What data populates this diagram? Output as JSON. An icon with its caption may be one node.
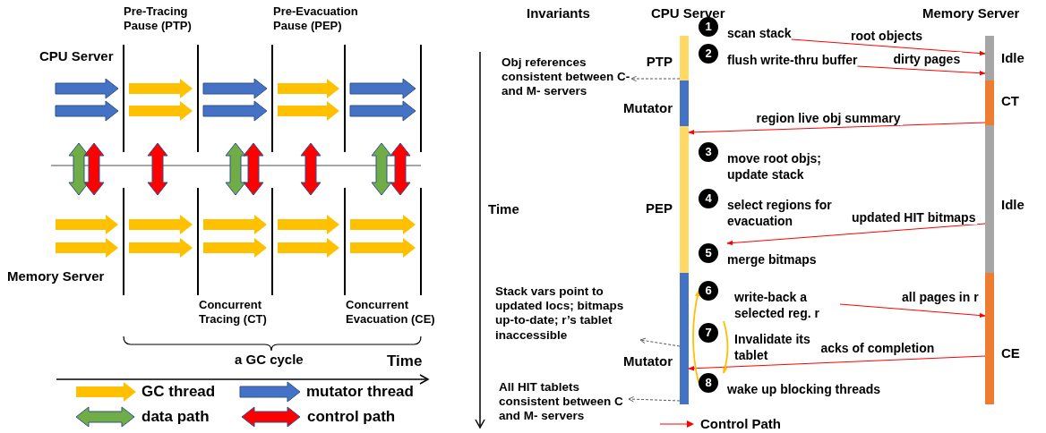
{
  "diagram": {
    "nodes": [
      {
        "text": [
          "PTP"
        ]
      },
      {
        "text": [
          "Mutator"
        ]
      },
      {
        "text": [
          "PEP"
        ]
      },
      {
        "text": [
          "Mutator"
        ]
      },
      {
        "text": [
          "Idle"
        ]
      },
      {
        "text": [
          "CT"
        ]
      },
      {
        "text": [
          "Idle"
        ]
      },
      {
        "text": [
          "CE"
        ]
      },
      {
        "text": [
          "1",
          "scan stack"
        ]
      },
      {
        "text": [
          "2",
          "flush write-thru buffer"
        ]
      },
      {
        "text": [
          "3",
          "move root objs; update stack"
        ]
      },
      {
        "text": [
          "4",
          "select regions for evacuation"
        ]
      },
      {
        "text": [
          "5",
          "merge bitmaps"
        ]
      },
      {
        "text": [
          "6",
          "write-back a selected reg. r"
        ]
      },
      {
        "text": [
          "7",
          "Invalidate its tablet"
        ]
      },
      {
        "text": [
          "8",
          "wake up blocking threads"
        ]
      },
      {
        "text": [
          "Obj references consistent between C- and M- servers"
        ]
      },
      {
        "text": [
          "Stack vars point to updated locs; bitmaps up-to-date; r’s tablet inaccessible"
        ]
      },
      {
        "text": [
          "All HIT tablets consistent between C and M- servers"
        ]
      }
    ],
    "edges": [
      {
        "from": 8,
        "to": 4,
        "arrow": "to",
        "label": "root objects"
      },
      {
        "from": 9,
        "to": 4,
        "arrow": "to",
        "label": "dirty pages"
      },
      {
        "from": 5,
        "to": 2,
        "arrow": "to",
        "label": "region live obj summary"
      },
      {
        "from": 6,
        "to": 12,
        "arrow": "to",
        "label": "updated HIT bitmaps"
      },
      {
        "from": 13,
        "to": 7,
        "arrow": "to",
        "label": "all pages in r"
      },
      {
        "from": 7,
        "to": 3,
        "arrow": "to",
        "label": "acks of completion"
      },
      {
        "from": 15,
        "to": 13,
        "arrow": "to",
        "color": "#ffc000"
      },
      {
        "from": 13,
        "to": 15,
        "arrow": "to",
        "color": "#ffc000"
      },
      {
        "from": 0,
        "to": 16,
        "arrow": "to",
        "style": "dashed",
        "color": "#595959"
      },
      {
        "from": 3,
        "to": 17,
        "arrow": "to",
        "style": "dashed",
        "color": "#595959"
      },
      {
        "from": 3,
        "to": 18,
        "arrow": "to",
        "style": "dashed",
        "color": "#595959"
      }
    ],
    "labels": [
      "Pre-Tracing Pause (PTP)",
      "Pre-Evacuation Pause (PEP)",
      "CPU Server",
      "Memory Server",
      "Concurrent Tracing (CT)",
      "Concurrent Evacuation (CE)",
      "a GC cycle",
      "Time",
      "Invariants",
      "CPU Server",
      "Memory Server",
      "Time"
    ],
    "legend": [
      {
        "text": "GC thread",
        "color": "#ffc000"
      },
      {
        "text": "mutator thread",
        "color": "#4472c4"
      },
      {
        "text": "data path",
        "color": "#70ad47"
      },
      {
        "text": "control path",
        "color": "#ff0000"
      },
      {
        "text": "Control Path"
      }
    ]
  }
}
